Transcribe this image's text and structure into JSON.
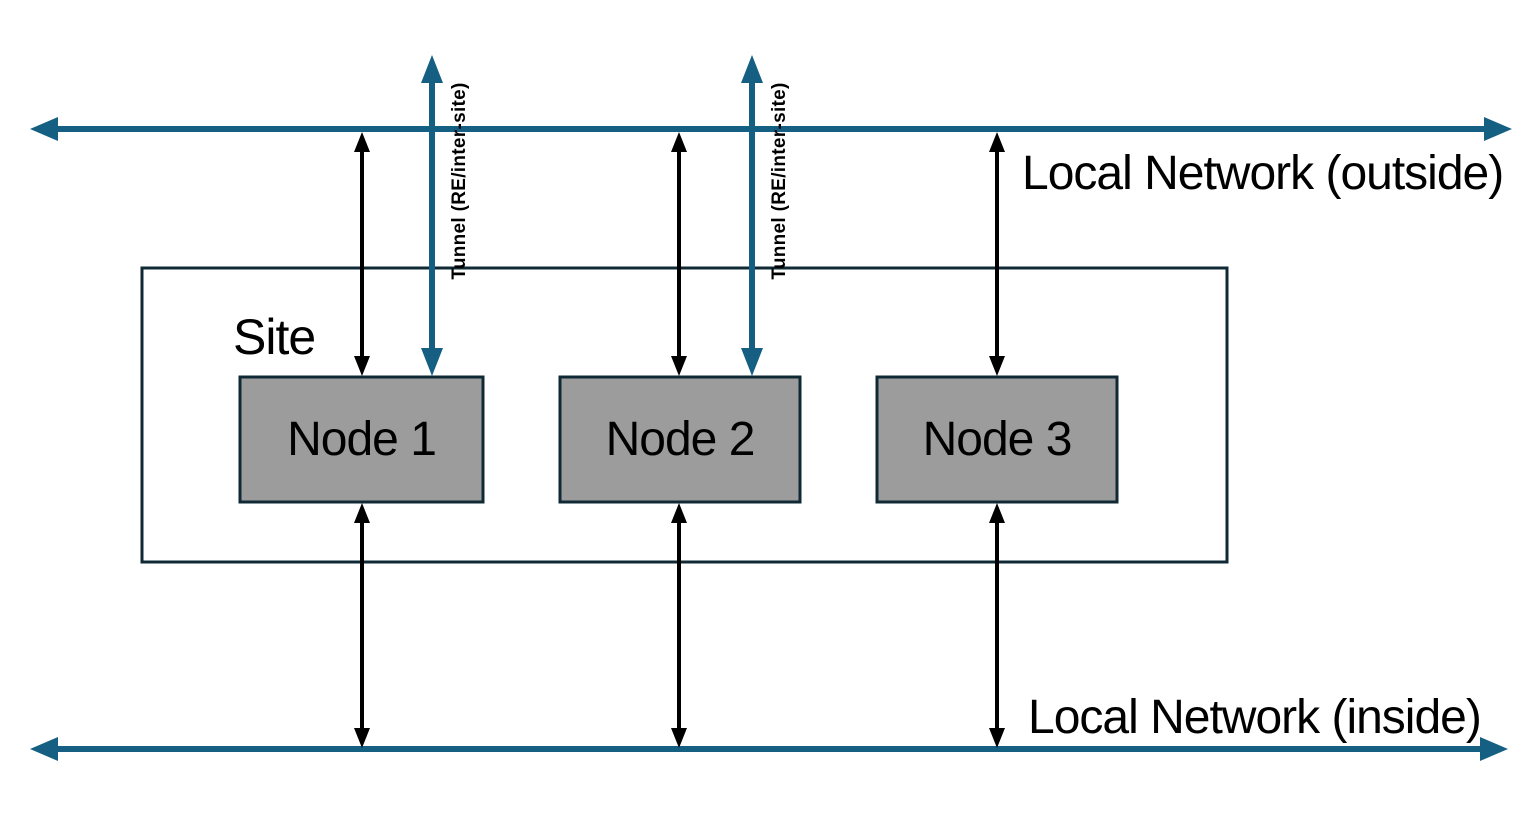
{
  "diagram": {
    "site": {
      "label": "Site"
    },
    "nodes": [
      {
        "label": "Node 1"
      },
      {
        "label": "Node 2"
      },
      {
        "label": "Node 3"
      }
    ],
    "networks": {
      "outside_label": "Local Network (outside)",
      "inside_label": "Local Network (inside)"
    },
    "tunnels": [
      {
        "label": "Tunnel (RE/inter-site)"
      },
      {
        "label": "Tunnel (RE/inter-site)"
      }
    ],
    "colors": {
      "teal": "#156082",
      "node_fill": "#9c9c9c",
      "border_dark": "#0f2935",
      "ink": "#000000"
    }
  }
}
